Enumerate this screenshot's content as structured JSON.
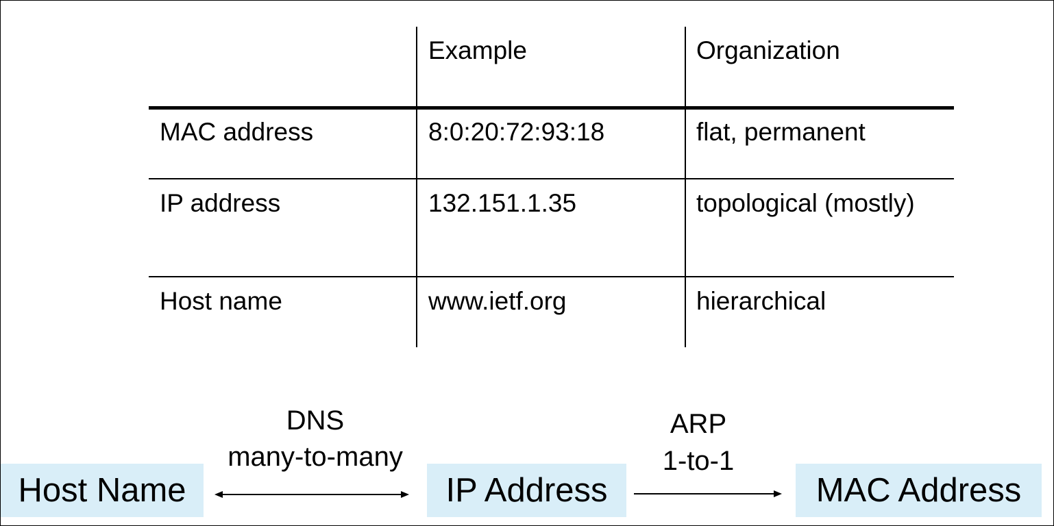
{
  "table": {
    "headers": [
      "",
      "Example",
      "Organization"
    ],
    "rows": [
      [
        "MAC address",
        "8:0:20:72:93:18",
        "flat, permanent"
      ],
      [
        "IP address",
        "132.151.1.35",
        "topological (mostly)"
      ],
      [
        "Host name",
        "www.ietf.org",
        "hierarchical"
      ]
    ]
  },
  "diagram": {
    "boxes": {
      "host": "Host Name",
      "ip": "IP Address",
      "mac": "MAC Address"
    },
    "dns": {
      "line1": "DNS",
      "line2": "many-to-many"
    },
    "arp": {
      "line1": "ARP",
      "line2": "1-to-1"
    },
    "box_color": "#d9eef8"
  }
}
